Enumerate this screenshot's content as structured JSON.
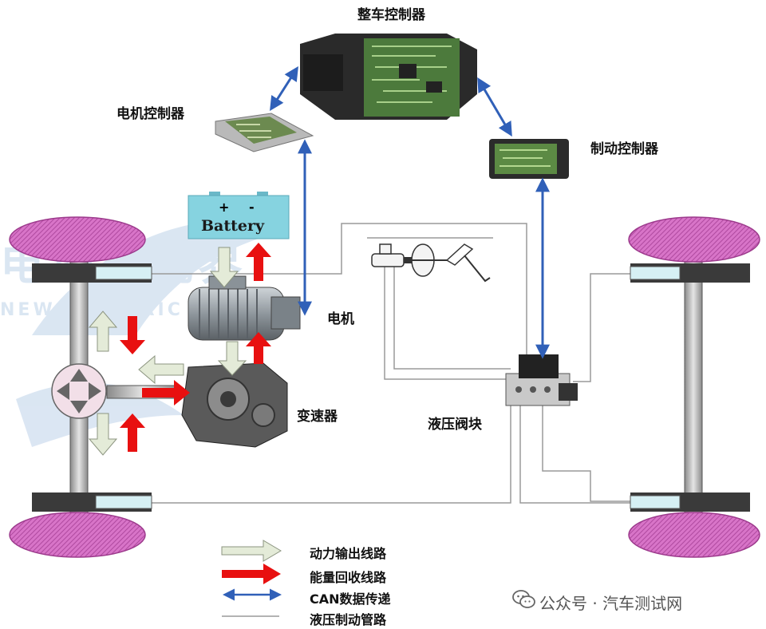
{
  "labels": {
    "vehicle_controller": "整车控制器",
    "motor_controller": "电机控制器",
    "brake_controller": "制动控制器",
    "motor": "电机",
    "transmission": "变速器",
    "hydraulic_valve_block": "液压阀块",
    "battery": "Battery",
    "battery_plus": "+",
    "battery_minus": "-"
  },
  "legend": {
    "power_output": "动力输出线路",
    "energy_recovery": "能量回收线路",
    "can_data": "CAN数据传递",
    "hydraulic_brake": "液压制动管路"
  },
  "watermark": {
    "text": "公众号 · 汽车测试网",
    "icon": "wechat-icon"
  },
  "colors": {
    "power_arrow": "#e4ebd8",
    "energy_arrow": "#e81010",
    "can_line": "#3060b8",
    "brake_line": "#9a9a9a",
    "tire": "#d66fc4",
    "battery": "#86d3e0"
  }
}
